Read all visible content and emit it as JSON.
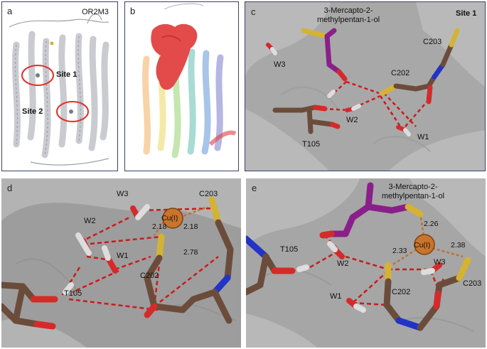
{
  "panels": {
    "a": {
      "letter": "a",
      "title": "OR2M3",
      "sites": [
        "Site 1",
        "Site 2"
      ]
    },
    "b": {
      "letter": "b"
    },
    "c": {
      "letter": "c",
      "site": "Site 1",
      "ligand_line1": "3-Mercapto-2-",
      "ligand_line2": "methylpentan-1-ol",
      "labels": {
        "w3": "W3",
        "c203": "C203",
        "c202": "C202",
        "w2": "W2",
        "w1": "W1",
        "t105": "T105"
      }
    },
    "d": {
      "letter": "d",
      "copper": "Cu(I)",
      "labels": {
        "w3": "W3",
        "c203": "C203",
        "w2": "W2",
        "w1": "W1",
        "c202": "C202",
        "t105": "T105"
      },
      "distances": [
        "2.18",
        "2.18",
        "2.78"
      ]
    },
    "e": {
      "letter": "e",
      "ligand_line1": "3-Mercapto-2-",
      "ligand_line2": "methylpentan-1-ol",
      "copper": "Cu(I)",
      "labels": {
        "t105": "T105",
        "w2": "W2",
        "w3": "W3",
        "c202": "C202",
        "c203": "C203",
        "w1": "W1"
      },
      "distances": [
        "2.26",
        "2.33",
        "2.38"
      ]
    }
  },
  "colors": {
    "carbon": "#6b4c3b",
    "oxygen": "#d62a2a",
    "sulfur": "#d4b233",
    "nitrogen": "#2233c8",
    "ligand": "#8a1f8a",
    "hbond": "#cc1a1a",
    "copper": "#c9742c",
    "surface": "#a9a9a9"
  }
}
